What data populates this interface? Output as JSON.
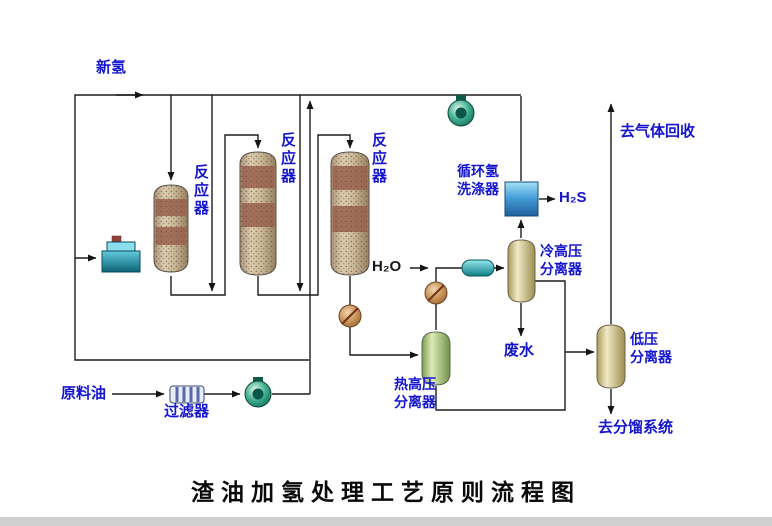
{
  "title": "渣油加氢处理工艺原则流程图",
  "labels": {
    "fresh_h2": "新氢",
    "reactor": "反应器",
    "scrubber_l1": "循环氢",
    "scrubber_l2": "洗涤器",
    "h2s": "H₂S",
    "h2o": "H₂O",
    "cold_sep_l1": "冷高压",
    "cold_sep_l2": "分离器",
    "hot_sep_l1": "热高压",
    "hot_sep_l2": "分离器",
    "lp_sep_l1": "低压",
    "lp_sep_l2": "分离器",
    "waste_water": "废水",
    "feed_oil": "原料油",
    "filter": "过滤器",
    "to_gas_recovery": "去气体回收",
    "to_fractionation": "去分馏系统"
  },
  "colors": {
    "label_blue": "#1414cf",
    "line": "#1d1d1d",
    "title_black": "#0a0a0a"
  }
}
